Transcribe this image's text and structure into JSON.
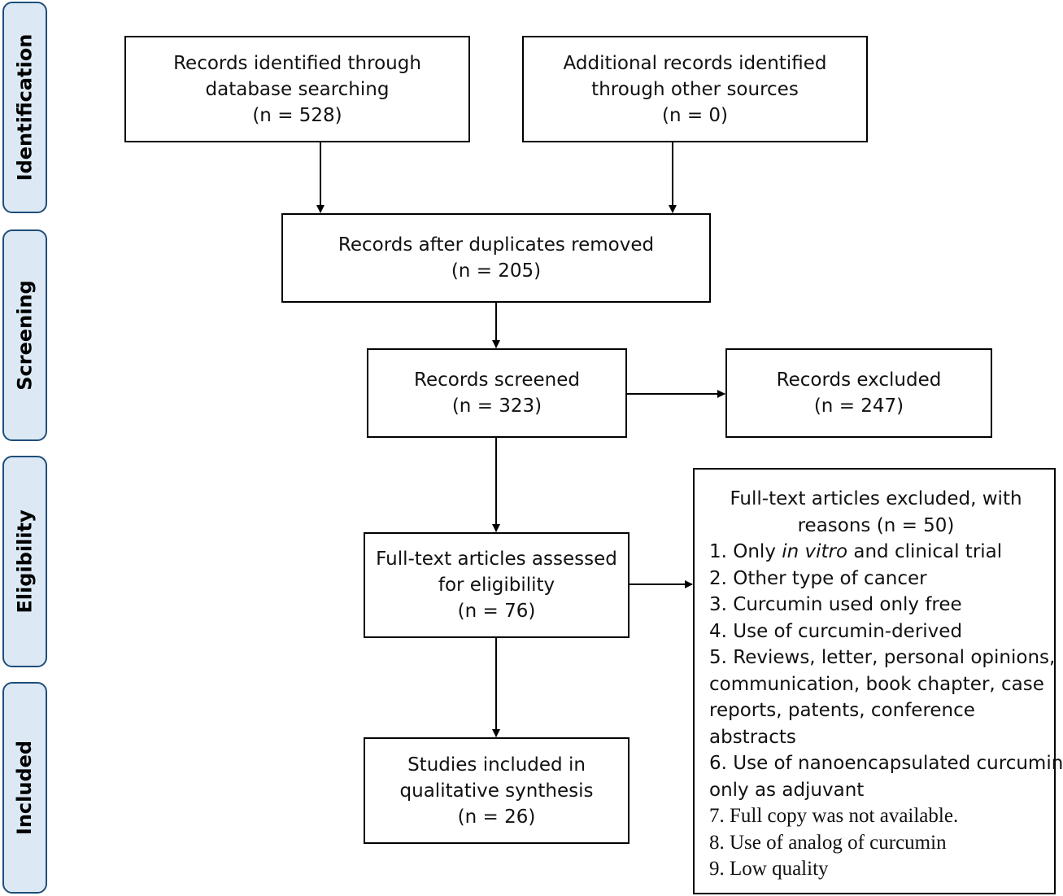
{
  "stages": {
    "identification": "Identification",
    "screening": "Screening",
    "eligibility": "Eligibility",
    "included": "Included"
  },
  "boxes": {
    "database": {
      "line1": "Records identified through",
      "line2": "database searching",
      "count": "(n = 528)"
    },
    "other": {
      "line1": "Additional records identified",
      "line2": "through other sources",
      "count": "(n = 0)"
    },
    "after_duplicates": {
      "line1": "Records after duplicates removed",
      "count": "(n = 205)"
    },
    "screened": {
      "line1": "Records screened",
      "count": "(n = 323)"
    },
    "excluded": {
      "line1": "Records excluded",
      "count": "(n = 247)"
    },
    "fulltext": {
      "line1": "Full-text articles assessed",
      "line2": "for eligibility",
      "count": "(n =  76)"
    },
    "included": {
      "line1": "Studies included in",
      "line2": "qualitative synthesis",
      "count": "(n = 26)"
    }
  },
  "fulltext_excluded": {
    "heading_line1": "Full-text articles excluded, with",
    "heading_line2": "reasons (n = 50)",
    "reason1": {
      "prefix": "1. Only ",
      "italic": "in vitro",
      "suffix": " and clinical trial"
    },
    "reason2": "2. Other type of cancer",
    "reason3": "3. Curcumin used only free",
    "reason4": "4. Use of curcumin-derived",
    "reason5_lines": [
      "5. Reviews, letter, personal opinions,",
      "communication, book chapter, case",
      "reports, patents, conference",
      "abstracts"
    ],
    "reason6_lines": [
      "6. Use of nanoencapsulated curcumin",
      "only as adjuvant"
    ],
    "reason7": "7. Full copy was not available.",
    "reason8": "8. Use of analog of curcumin",
    "reason9": "9. Low quality"
  },
  "colors": {
    "stage_fill": "#dce9f5",
    "stage_border": "#1f4e79",
    "box_border": "#000000"
  }
}
